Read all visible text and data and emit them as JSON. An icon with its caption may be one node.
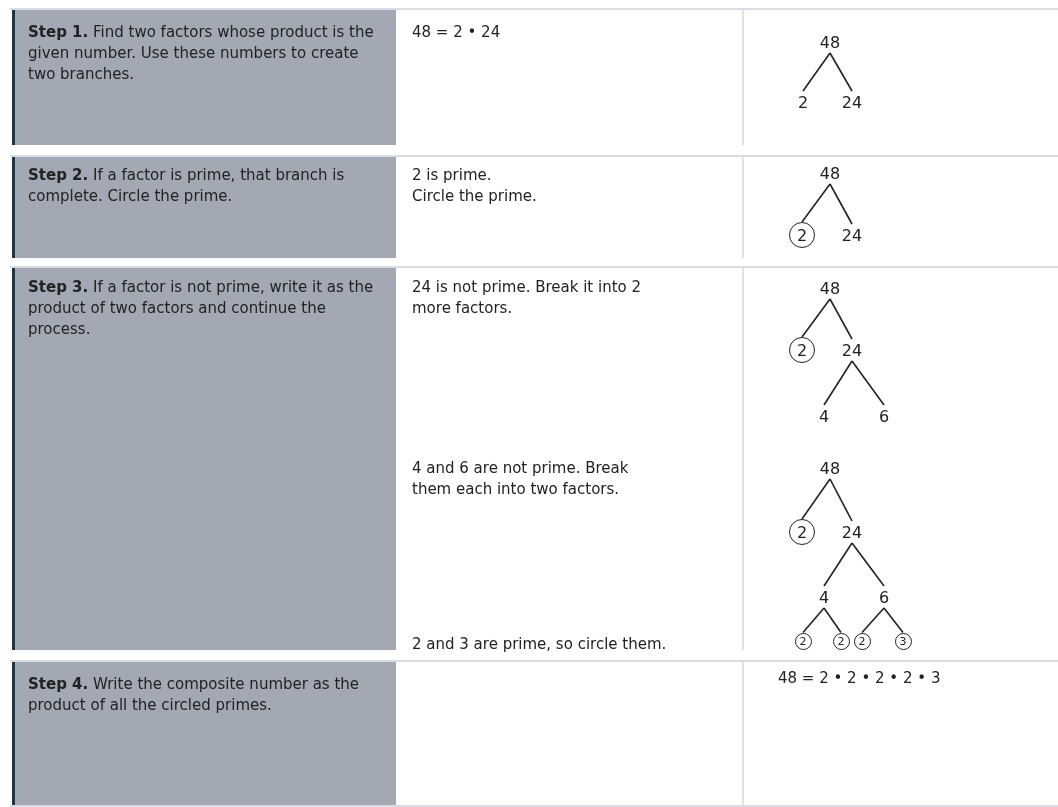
{
  "diagram": {
    "nodes": [
      {
        "text": [
          "48"
        ]
      },
      {
        "text": [
          "2"
        ]
      },
      {
        "text": [
          "24"
        ]
      },
      {
        "text": [
          "48"
        ]
      },
      {
        "text": [
          "2"
        ]
      },
      {
        "text": [
          "24"
        ]
      },
      {
        "text": [
          "48"
        ]
      },
      {
        "text": [
          "2"
        ]
      },
      {
        "text": [
          "24"
        ]
      },
      {
        "text": [
          "4"
        ]
      },
      {
        "text": [
          "6"
        ]
      },
      {
        "text": [
          "48"
        ]
      },
      {
        "text": [
          "2"
        ]
      },
      {
        "text": [
          "24"
        ]
      },
      {
        "text": [
          "4"
        ]
      },
      {
        "text": [
          "6"
        ]
      },
      {
        "text": [
          "2"
        ]
      },
      {
        "text": [
          "2"
        ]
      },
      {
        "text": [
          "2"
        ]
      },
      {
        "text": [
          "3"
        ]
      }
    ],
    "edges": [
      {
        "from": 0,
        "to": 1,
        "arrow": "none"
      },
      {
        "from": 0,
        "to": 2,
        "arrow": "none"
      },
      {
        "from": 3,
        "to": 4,
        "arrow": "none"
      },
      {
        "from": 3,
        "to": 5,
        "arrow": "none"
      },
      {
        "from": 6,
        "to": 7,
        "arrow": "none"
      },
      {
        "from": 6,
        "to": 8,
        "arrow": "none"
      },
      {
        "from": 8,
        "to": 9,
        "arrow": "none"
      },
      {
        "from": 8,
        "to": 10,
        "arrow": "none"
      },
      {
        "from": 11,
        "to": 12,
        "arrow": "none"
      },
      {
        "from": 11,
        "to": 13,
        "arrow": "none"
      },
      {
        "from": 13,
        "to": 14,
        "arrow": "none"
      },
      {
        "from": 13,
        "to": 15,
        "arrow": "none"
      },
      {
        "from": 14,
        "to": 16,
        "arrow": "none"
      },
      {
        "from": 14,
        "to": 17,
        "arrow": "none"
      },
      {
        "from": 15,
        "to": 18,
        "arrow": "none"
      },
      {
        "from": 15,
        "to": 19,
        "arrow": "none"
      }
    ],
    "labels": [
      "**Step 1.** Find two factors whose product is the given number. Use these numbers to create two branches.",
      "48 = 2 • 24",
      "**Step 2.** If a factor is prime, that branch is complete. Circle the prime.",
      "2 is prime.",
      "Circle the prime.",
      "**Step 3.** If a factor is not prime, write it as the product of two factors and continue the process.",
      "24 is not prime. Break it into 2 more factors.",
      "4 and 6 are not prime. Break them each into two factors.",
      "2 and 3 are prime, so circle them.",
      "**Step 4.** Write the composite number as the product of all the circled primes.",
      "48 = 2 • 2 • 2 • 2 • 3"
    ]
  }
}
